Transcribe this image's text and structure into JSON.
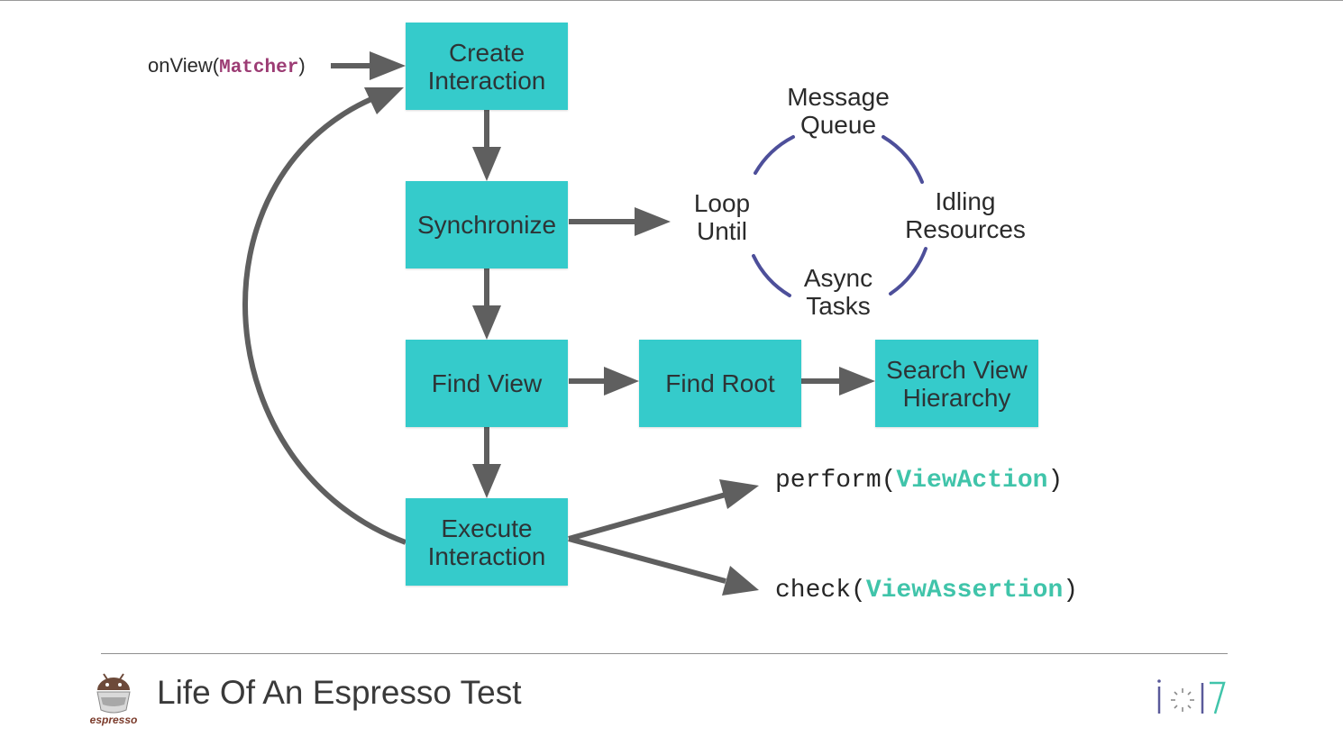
{
  "nodes": {
    "create": [
      "Create",
      "Interaction"
    ],
    "synchronize": [
      "Synchronize"
    ],
    "find_view": [
      "Find View"
    ],
    "execute": [
      "Execute",
      "Interaction"
    ],
    "find_root": [
      "Find Root"
    ],
    "search": [
      "Search View",
      "Hierarchy"
    ]
  },
  "loop": {
    "message_queue": [
      "Message",
      "Queue"
    ],
    "idling": [
      "Idling",
      "Resources"
    ],
    "async": [
      "Async",
      "Tasks"
    ],
    "loop_until": [
      "Loop",
      "Until"
    ]
  },
  "onview": {
    "prefix": "onView(",
    "arg": "Matcher",
    "suffix": ")"
  },
  "perform": {
    "prefix": "perform(",
    "arg": "ViewAction",
    "suffix": ")"
  },
  "check": {
    "prefix": "check(",
    "arg": "ViewAssertion",
    "suffix": ")"
  },
  "footer": {
    "title": "Life Of An Espresso Test",
    "logo_text": "espresso",
    "event_logo": "io17"
  },
  "colors": {
    "box": "#35cbcb",
    "arrow": "#5f5f5f",
    "cycle": "#4d4f9a",
    "matcher": "#9c3c74",
    "code_arg": "#40c4aa"
  }
}
